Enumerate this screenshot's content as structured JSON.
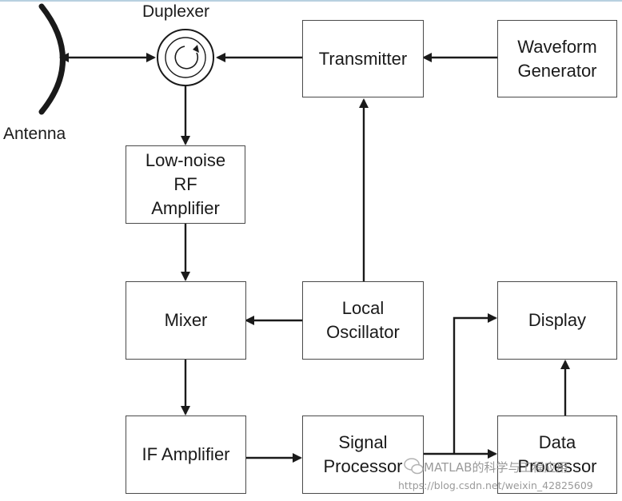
{
  "diagram": {
    "labels": {
      "duplexer": "Duplexer",
      "antenna": "Antenna"
    },
    "blocks": {
      "transmitter": "Transmitter",
      "waveform_generator": "Waveform\nGenerator",
      "lna": "Low-noise\nRF\nAmplifier",
      "mixer": "Mixer",
      "local_oscillator": "Local\nOscillator",
      "display": "Display",
      "if_amplifier": "IF Amplifier",
      "signal_processor": "Signal\nProcessor",
      "data_processor": "Data\nProcessor"
    }
  },
  "watermark": {
    "line1": "MATLAB的科学与工程应用",
    "line2": "https://blog.csdn.net/weixin_42825609"
  },
  "colors": {
    "line": "#1a1a1a",
    "border": "#4a4a4a",
    "watermark": "#9a9a9a"
  },
  "icons": [
    "antenna-dish-icon",
    "circulator-icon",
    "wechat-icon"
  ]
}
